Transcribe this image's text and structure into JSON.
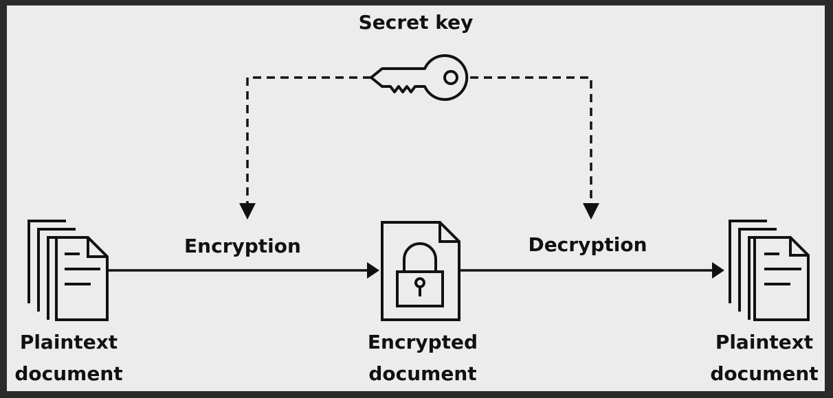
{
  "labels": {
    "secret_key": "Secret key",
    "encryption": "Encryption",
    "decryption": "Decryption"
  },
  "nodes": {
    "plaintext_left": {
      "line1": "Plaintext",
      "line2": "document"
    },
    "encrypted": {
      "line1": "Encrypted",
      "line2": "document"
    },
    "plaintext_right": {
      "line1": "Plaintext",
      "line2": "document"
    }
  },
  "icons": {
    "key": "key-icon",
    "lock": "padlock-icon",
    "documents": "document-stack-icon"
  },
  "colors": {
    "background": "#ececec",
    "frame": "#2b2b2b",
    "ink": "#111111"
  }
}
